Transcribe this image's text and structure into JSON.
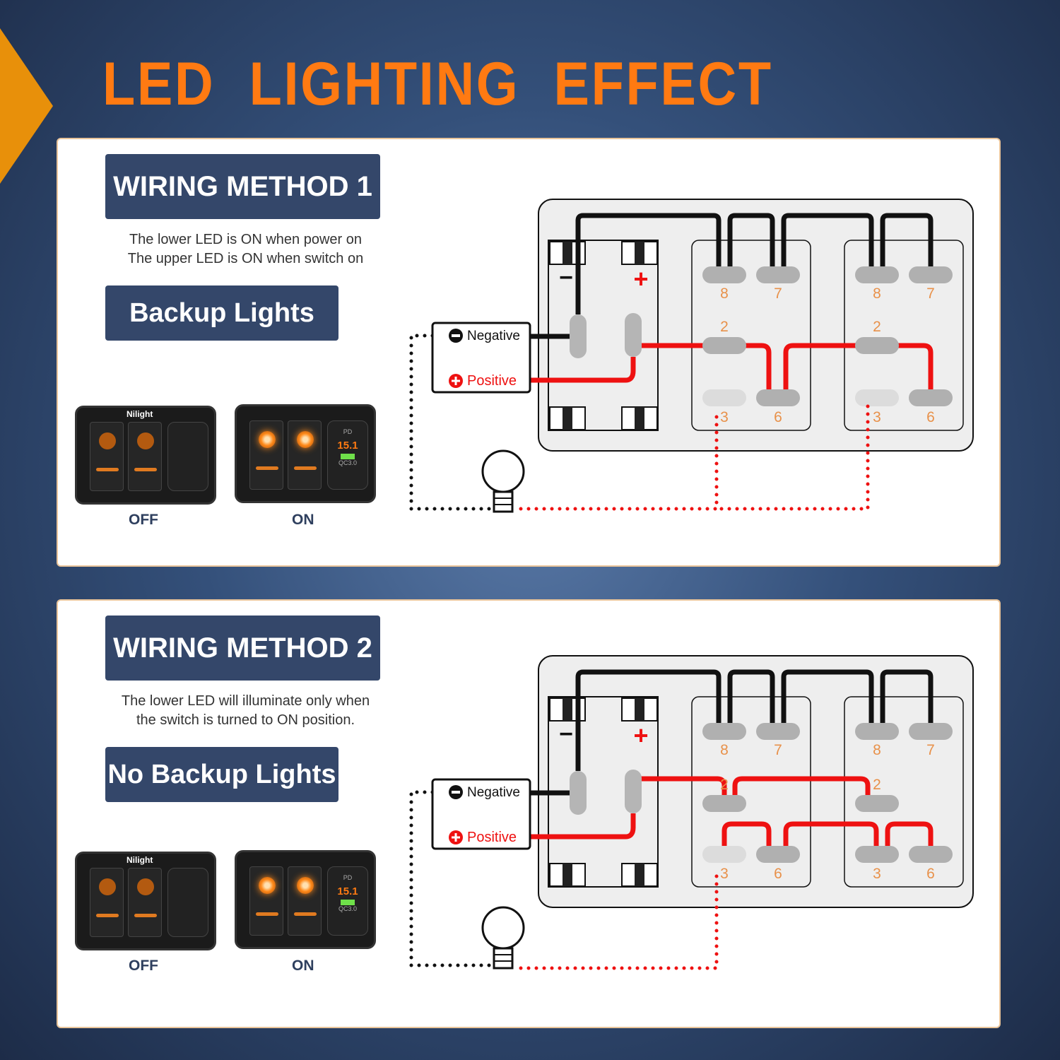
{
  "title": "LED  LIGHTING  EFFECT",
  "sections": [
    {
      "header": "WIRING METHOD 1",
      "description": [
        "The lower LED is ON when power on",
        "The upper LED is ON when switch on"
      ],
      "mode": "Backup Lights",
      "off_label": "OFF",
      "on_label": "ON"
    },
    {
      "header": "WIRING METHOD 2",
      "description": [
        "The lower LED will illuminate only when",
        "the switch is turned to ON position."
      ],
      "mode": "No Backup Lights",
      "off_label": "OFF",
      "on_label": "ON"
    }
  ],
  "product": {
    "brand": "Nilight",
    "usb_pd": "PD",
    "voltage": "15.1",
    "usb_qc": "QC3.0"
  },
  "diagram": {
    "negative": "Negative",
    "positive": "Positive",
    "minus": "−",
    "plus": "+",
    "pins": [
      "8",
      "7",
      "2",
      "3",
      "6"
    ]
  },
  "colors": {
    "title": "#ff7a12",
    "header_bg": "#34476a",
    "wire_positive": "#ee1111",
    "wire_negative": "#111111",
    "pin_label": "#e8914a"
  }
}
